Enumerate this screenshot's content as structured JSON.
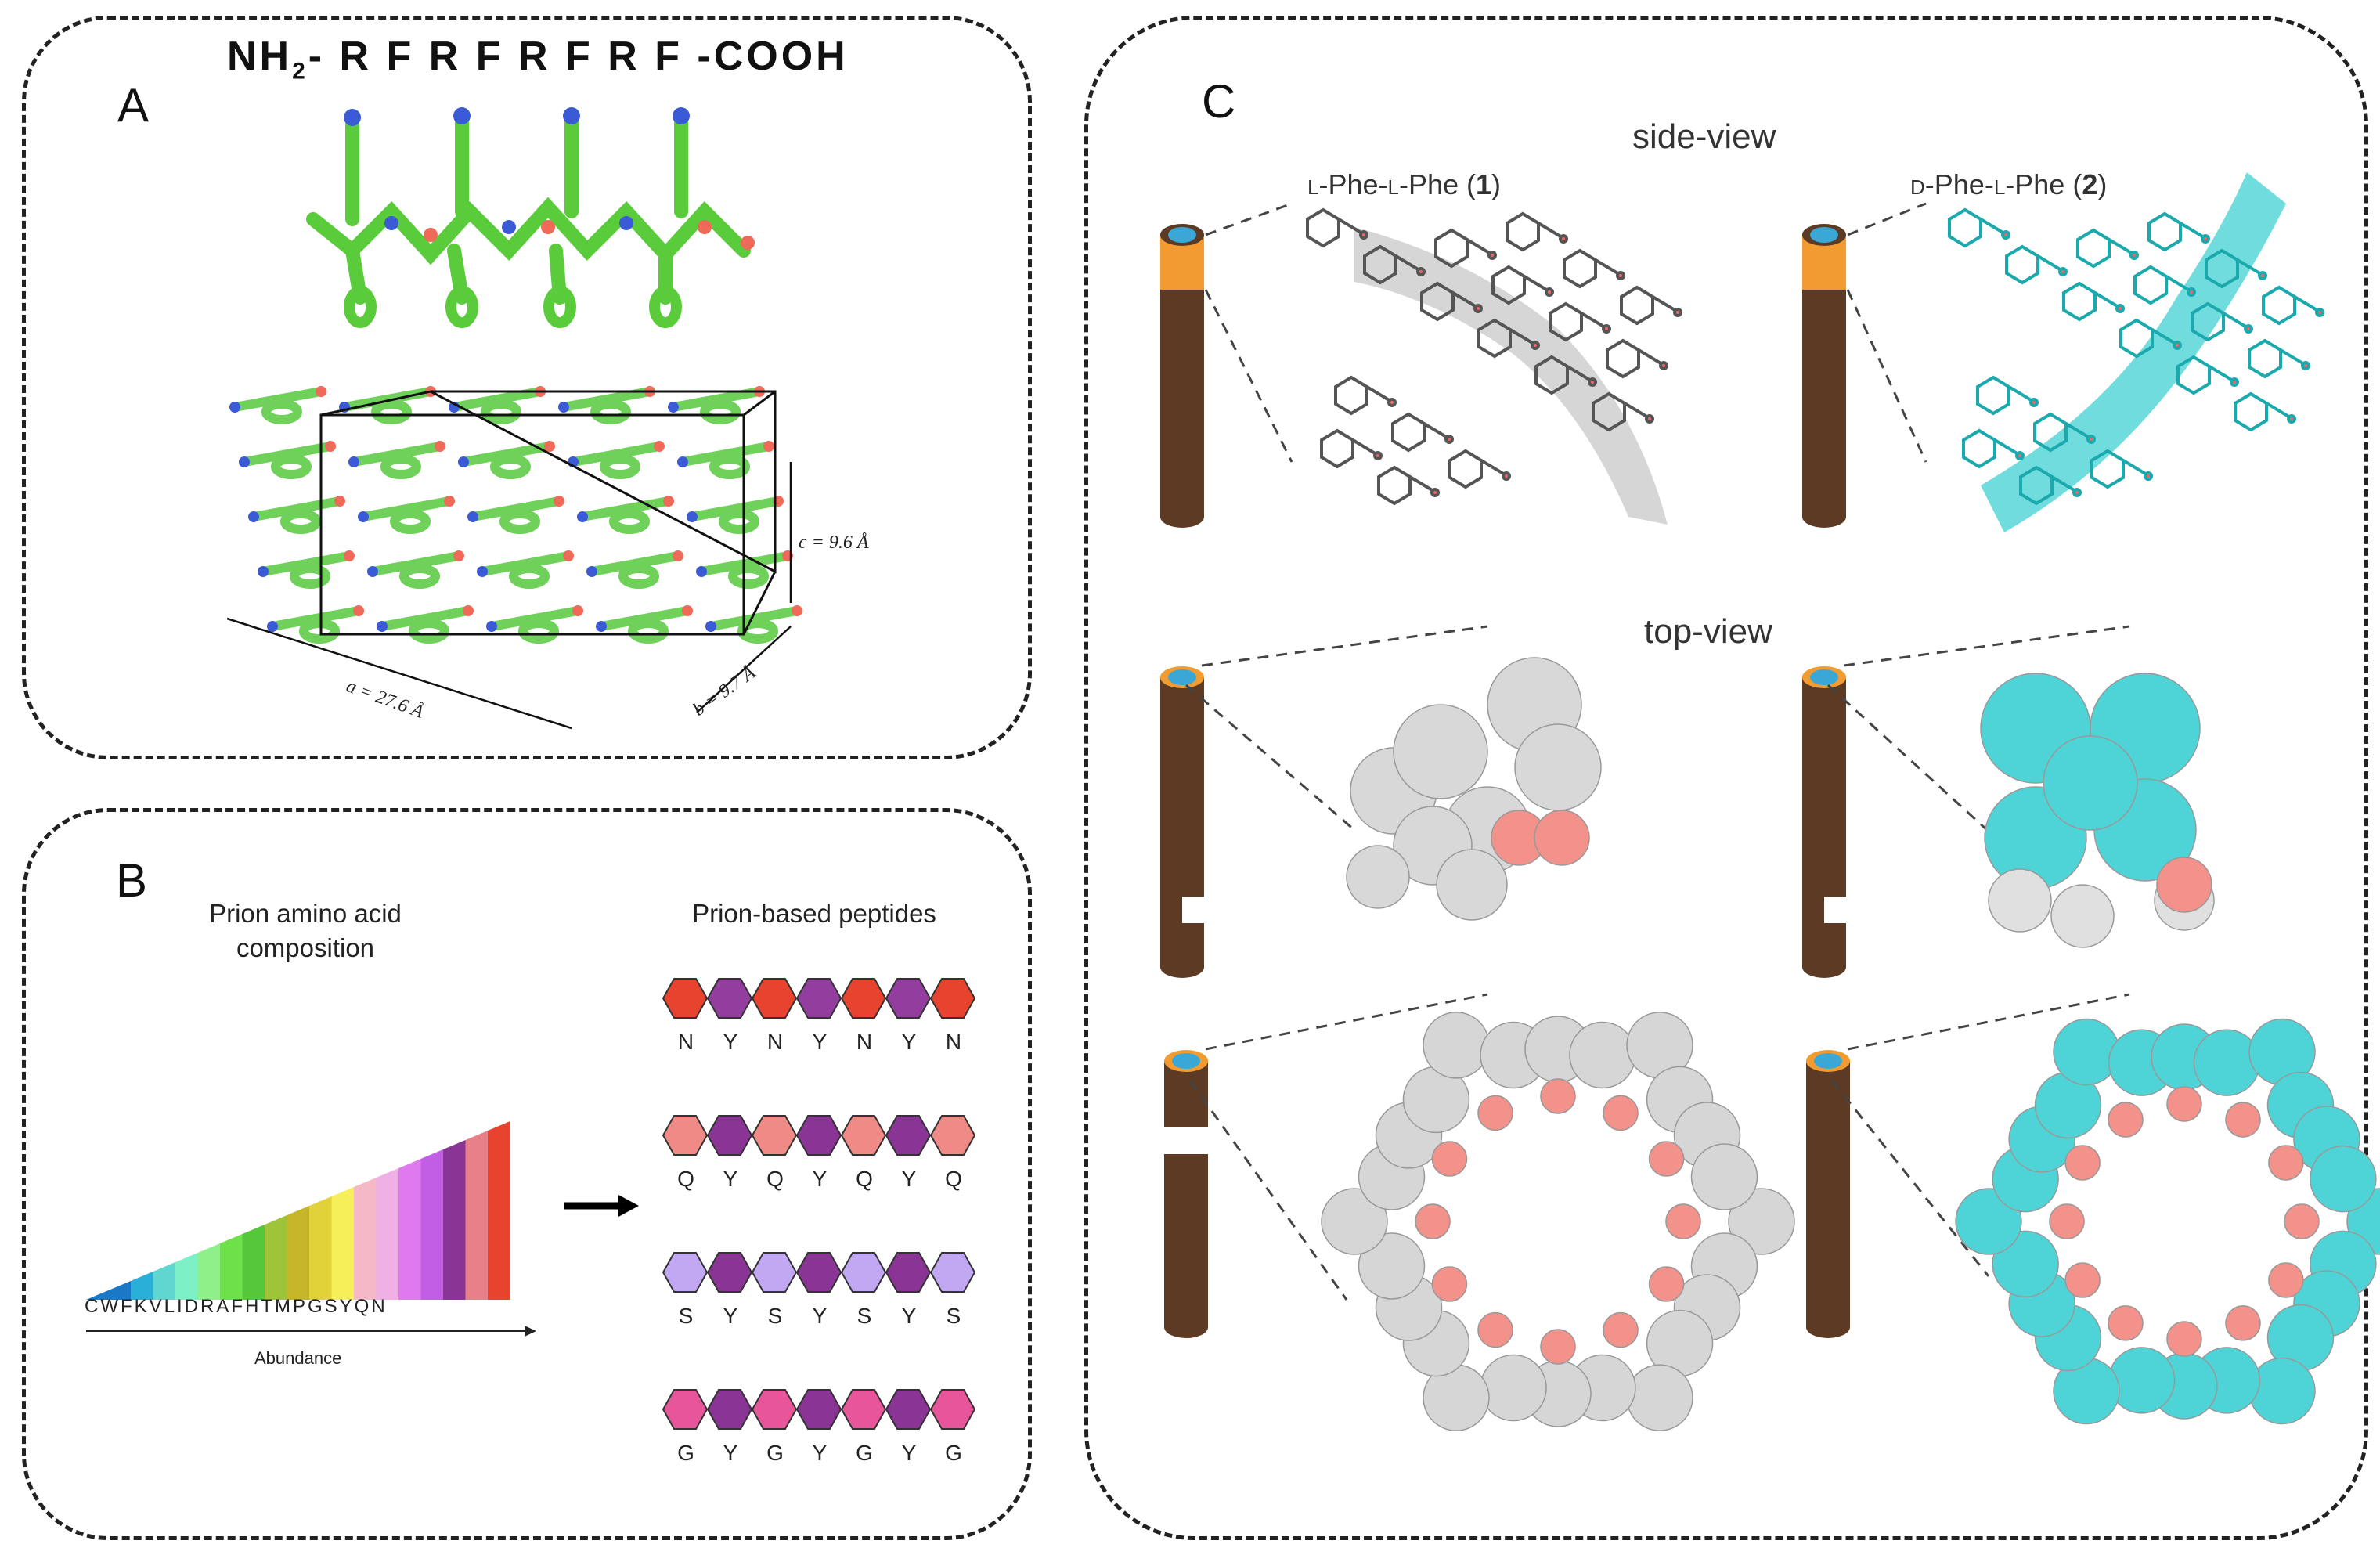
{
  "panel_a": {
    "label": "A",
    "sequence_prefix": "NH",
    "sequence_sub": "2",
    "sequence_rest": "- R F R F R F R F -COOH",
    "dim_c": "c = 9.6 Å",
    "dim_a": "a = 27.6 Å",
    "dim_b": "b = 9.7 Å"
  },
  "panel_b": {
    "label": "B",
    "left_title_line1": "Prion amino acid",
    "left_title_line2": "composition",
    "right_title": "Prion-based peptides",
    "axis_letters": "CWFKVLIDRAFHTMPGSYQN",
    "axis_label": "Abundance",
    "peptides": [
      {
        "letters": [
          "N",
          "Y",
          "N",
          "Y",
          "N",
          "Y",
          "N"
        ],
        "color_a": "#e8432e",
        "color_b": "#933d9e"
      },
      {
        "letters": [
          "Q",
          "Y",
          "Q",
          "Y",
          "Q",
          "Y",
          "Q"
        ],
        "color_a": "#f08a86",
        "color_b": "#8a3596"
      },
      {
        "letters": [
          "S",
          "Y",
          "S",
          "Y",
          "S",
          "Y",
          "S"
        ],
        "color_a": "#c2a8f2",
        "color_b": "#8a3596"
      },
      {
        "letters": [
          "G",
          "Y",
          "G",
          "Y",
          "G",
          "Y",
          "G"
        ],
        "color_a": "#e7559b",
        "color_b": "#8a3596"
      }
    ],
    "composition_colors": [
      "#1a78c6",
      "#2ab0d8",
      "#5fd6d0",
      "#7ef0c8",
      "#8ff08a",
      "#6ee04a",
      "#56c63a",
      "#9ec53a",
      "#c7b52a",
      "#e2d23a",
      "#f7ef5a",
      "#f4b8c6",
      "#efb0e6",
      "#e079f0",
      "#c25ee6",
      "#8a3596",
      "#e8808a",
      "#e8432e"
    ]
  },
  "panel_c": {
    "label": "C",
    "side_view": "side-view",
    "top_view": "top-view",
    "left_compound_prefix": "L",
    "left_compound": "-Phe-",
    "left_compound_prefix2": "L",
    "left_compound_end": "-Phe (",
    "left_compound_num": "1",
    "right_compound_prefix": "D",
    "right_compound": "-Phe-",
    "right_compound_prefix2": "L",
    "right_compound_end": "-Phe (",
    "right_compound_num": "2",
    "close_paren": ")",
    "colors": {
      "rod": "#5c3a24",
      "rod_top": "#f29b30",
      "core": "#3aa8d6",
      "gray_model": "#b5b5b5",
      "cyan_model": "#4ed3d6",
      "oxygen": "#f2928a"
    }
  }
}
